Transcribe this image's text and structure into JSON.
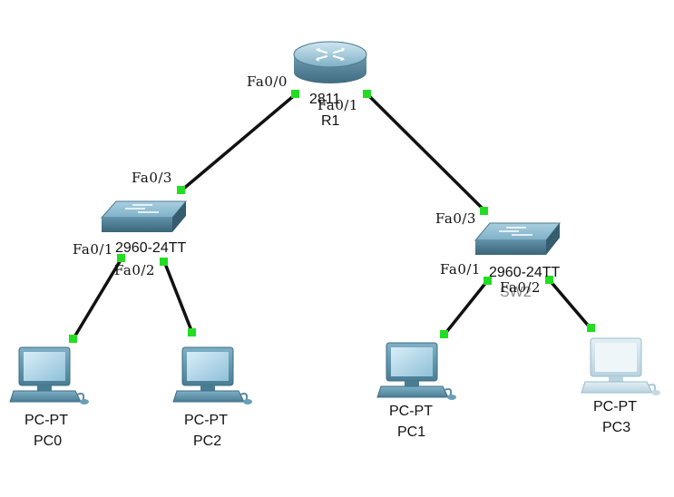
{
  "devices": {
    "r1": {
      "model": "2811",
      "name": "R1"
    },
    "sw_left": {
      "model": "2960-24TT",
      "name": ""
    },
    "sw_right": {
      "model": "2960-24TT",
      "name": "SW2"
    },
    "pc0": {
      "model": "PC-PT",
      "name": "PC0"
    },
    "pc1": {
      "model": "PC-PT",
      "name": "PC1"
    },
    "pc2": {
      "model": "PC-PT",
      "name": "PC2"
    },
    "pc3": {
      "model": "PC-PT",
      "name": "PC3"
    }
  },
  "ports": {
    "r1_fa00": "Fa0/0",
    "r1_fa01": "Fa0/1",
    "swl_fa03": "Fa0/3",
    "swl_fa01": "Fa0/1",
    "swl_fa02": "Fa0/2",
    "swr_fa03": "Fa0/3",
    "swr_fa01": "Fa0/1",
    "swr_fa02": "Fa0/2"
  },
  "colors": {
    "link": "#111111",
    "link_up": "#22dd22",
    "device_blue": "#6a9fb5"
  },
  "icons": {
    "router": "router-icon",
    "switch": "switch-icon",
    "pc": "desktop-pc-icon"
  }
}
